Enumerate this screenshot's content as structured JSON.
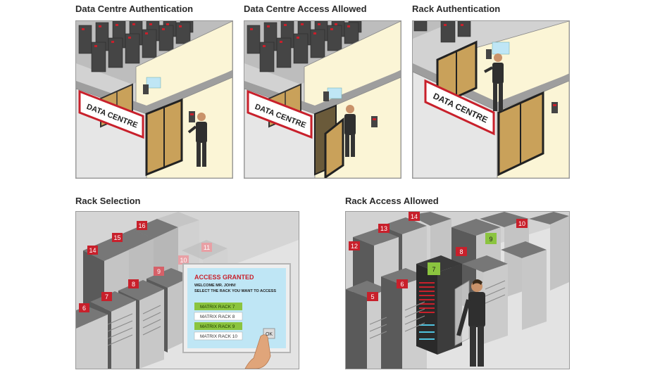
{
  "panels": [
    {
      "title": "Data Centre Authentication"
    },
    {
      "title": "Data Centre Access Allowed"
    },
    {
      "title": "Rack Authentication"
    },
    {
      "title": "Rack Selection"
    },
    {
      "title": "Rack Access Allowed"
    }
  ],
  "signs": {
    "data_centre": "DATA CENTRE"
  },
  "screen": {
    "heading": "ACCESS GRANTED",
    "welcome": "WELCOME MR. JOHN!",
    "instruction": "SELECT THE RACK YOU WANT TO ACCESS",
    "options": [
      "MATRIX RACK 7",
      "MATRIX RACK 8",
      "MATRIX RACK 9",
      "MATRIX RACK 10"
    ],
    "ok": "OK"
  },
  "rack_selection_numbers": [
    "16",
    "15",
    "14",
    "11",
    "10",
    "9",
    "8",
    "7",
    "6"
  ],
  "rack_access_numbers": [
    "14",
    "13",
    "12",
    "10",
    "9",
    "8",
    "7",
    "6",
    "5"
  ],
  "colors": {
    "door": "#c9a15a",
    "rack": "#4a4a4a",
    "rack_tag": "#c8202b",
    "highlight_tag": "#8bc43f",
    "wall": "#fbf5d6",
    "floor": "#cfcfcf",
    "screen": "#bfe6f5"
  }
}
